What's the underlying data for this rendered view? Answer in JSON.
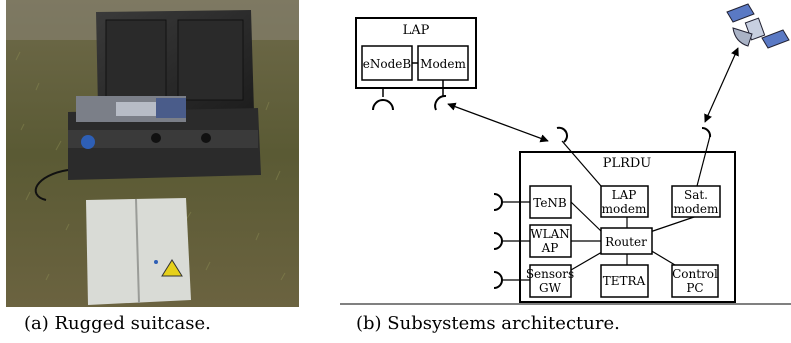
{
  "captions": {
    "a": "(a) Rugged suitcase.",
    "b": "(b) Subsystems architecture."
  },
  "diagram": {
    "lap": {
      "title": "LAP",
      "enodeb": "eNodeB",
      "modem": "Modem"
    },
    "plrdu": {
      "title": "PLRDU",
      "tenb": "TeNB",
      "lap_modem": [
        "LAP",
        "modem"
      ],
      "sat_modem": [
        "Sat.",
        "modem"
      ],
      "wlan_ap": [
        "WLAN",
        "AP"
      ],
      "router": "Router",
      "sensors_gw": [
        "Sensors",
        "GW"
      ],
      "tetra": "TETRA",
      "control_pc": [
        "Control",
        "PC"
      ]
    },
    "satellite_icon": "satellite-icon"
  }
}
